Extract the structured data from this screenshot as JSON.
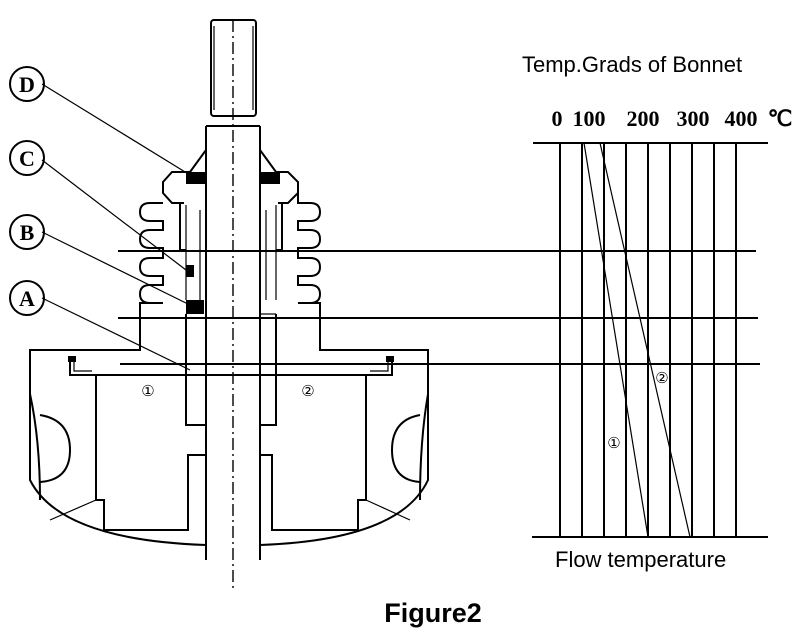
{
  "diagram": {
    "labels": {
      "a": "A",
      "b": "B",
      "c": "C",
      "d": "D"
    },
    "zones": {
      "zone1": "①",
      "zone2": "②"
    },
    "graph": {
      "title": "Temp.Grads of Bonnet",
      "ticks": [
        "0",
        "100",
        "200",
        "300",
        "400",
        "℃"
      ],
      "bottom_label": "Flow temperature",
      "curve1_label": "①",
      "curve2_label": "②"
    },
    "caption": "Figure2"
  }
}
